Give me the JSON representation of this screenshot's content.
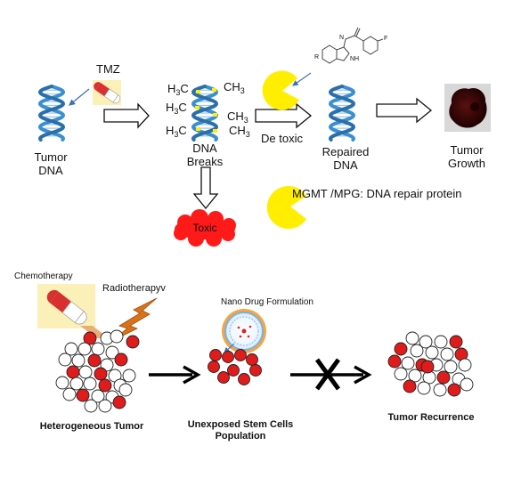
{
  "top": {
    "tumor_dna": [
      "Tumor",
      "DNA"
    ],
    "tmz": "TMZ",
    "methyl_group": "CH3",
    "dna_breaks": [
      "DNA",
      "Breaks"
    ],
    "toxic": "Toxic",
    "de_toxic": "De toxic",
    "repaired_dna": [
      "Repaired",
      "DNA"
    ],
    "tumor_growth": [
      "Tumor",
      "Growth"
    ],
    "mgmt_legend": "MGMT /MPG: DNA repair protein",
    "molecule_labels": {
      "r": "R",
      "nh_top": "N",
      "nh_ring": "NH",
      "f": "F"
    }
  },
  "bottom": {
    "chemotherapy": "Chemotherapy",
    "radiotherapy": "Radiotherapyv",
    "heterogeneous_tumor": "Heterogeneous Tumor",
    "nano_drug": "Nano Drug Formulation",
    "unexposed": [
      "Unexposed Stem Cells",
      "Population"
    ],
    "tumor_recurrence": "Tumor Recurrence"
  },
  "colors": {
    "dna_blue": "#3a8fd0",
    "pill_bg": "#fbf0b8",
    "pac_yellow": "#ffee00",
    "toxic_red": "#ff1a1a",
    "cell_red": "#e01b1b",
    "bolt_orange": "#d9731a",
    "tumor_dark": "#2b0000"
  }
}
